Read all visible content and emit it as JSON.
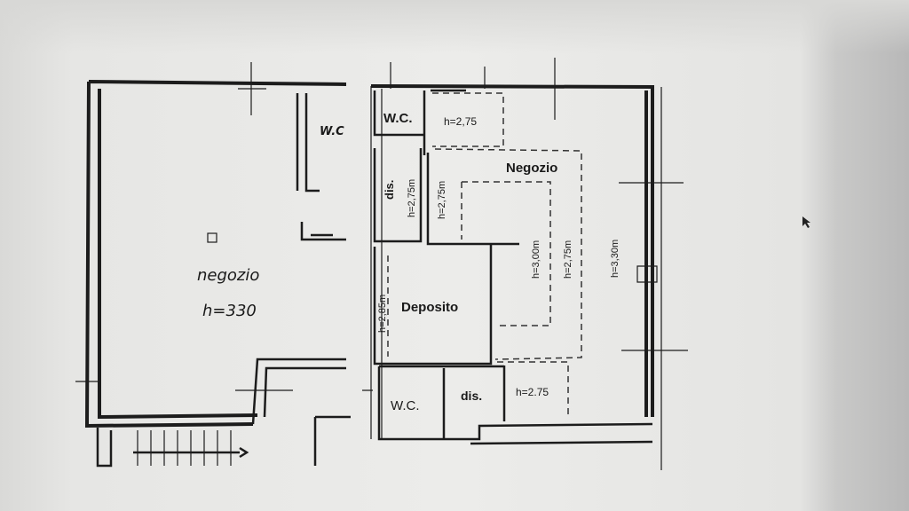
{
  "floor_plan": {
    "left_unit": {
      "wc_label": "W.C",
      "room_label": "negozio",
      "height_label": "h=330"
    },
    "right_unit": {
      "wc_top_label": "W.C.",
      "area_top_height": "h=2,75",
      "room_label": "Negozio",
      "dis_top_label": "dis.",
      "dis_height": "h=2,75m",
      "corridor_height": "h=2,75m",
      "inner_height": "h=3,00m",
      "mid_height": "h=2,75m",
      "outer_height": "h=3,30m",
      "deposito_label": "Deposito",
      "deposito_height": "h=2,85m",
      "wc_bottom_label": "W.C.",
      "dis_bottom_label": "dis.",
      "area_bottom_height": "h=2.75"
    }
  }
}
